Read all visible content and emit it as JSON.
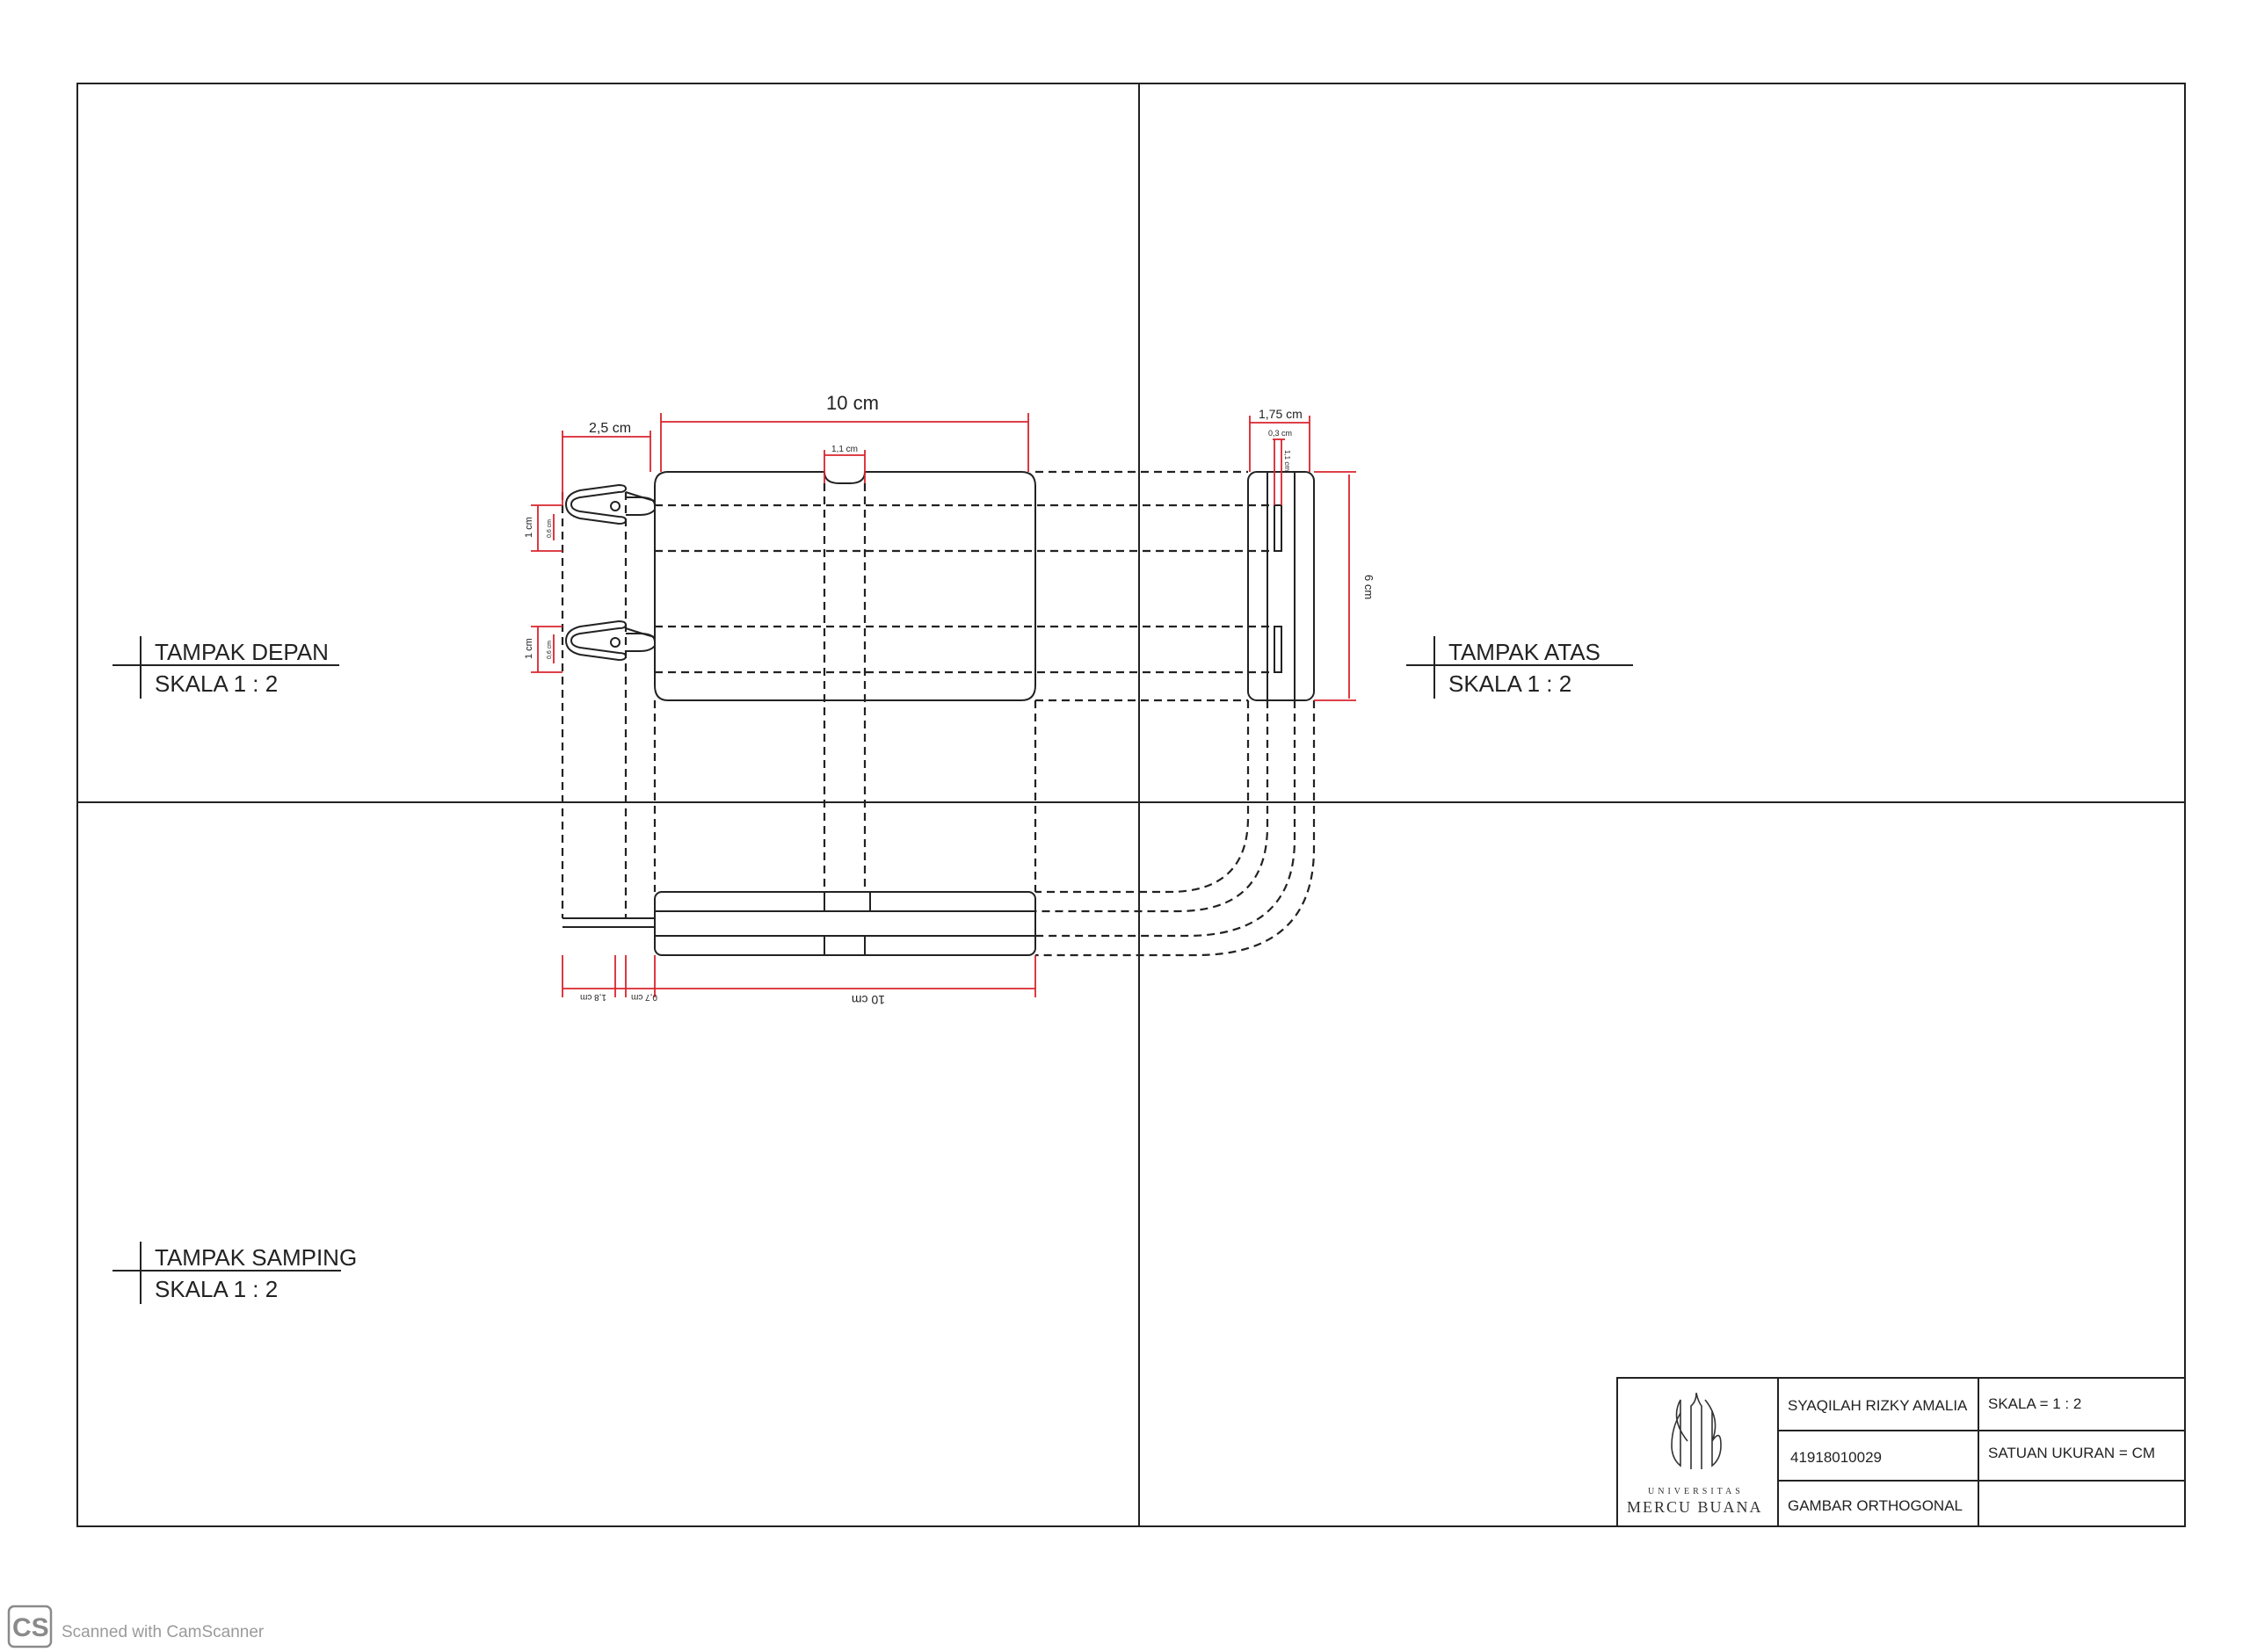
{
  "views": {
    "front": {
      "title": "TAMPAK DEPAN",
      "scale": "SKALA 1 : 2"
    },
    "top": {
      "title": "TAMPAK ATAS",
      "scale": "SKALA 1 : 2"
    },
    "side": {
      "title": "TAMPAK SAMPING",
      "scale": "SKALA 1 : 2"
    }
  },
  "dimensions": {
    "width_top": "10 cm",
    "hook_length": "2,5 cm",
    "notch": "1,1 cm",
    "depth": "1,75 cm",
    "slot": "0,3 cm",
    "slot_side": "1,1 cm",
    "height": "6 cm",
    "hook_h1": "1 cm",
    "hook_h1_inner": "0,6 cm",
    "hook_h2": "1 cm",
    "hook_h2_inner": "0,6 cm",
    "width_bottom": "10 cm",
    "bottom_a": "1,8 cm",
    "bottom_b": "0,7 cm"
  },
  "title_block": {
    "logo_line1": "UNIVERSITAS",
    "logo_line2": "MERCU BUANA",
    "name": "SYAQILAH RIZKY AMALIA",
    "student_id": "41918010029",
    "drawing_title": "GAMBAR ORTHOGONAL",
    "scale": "SKALA = 1 : 2",
    "unit": "SATUAN UKURAN = CM",
    "empty": ""
  },
  "watermark": {
    "badge": "CS",
    "text": "Scanned with CamScanner"
  },
  "colors": {
    "line": "#222222",
    "dimension": "#d9252e",
    "watermark": "#9a9a9a"
  }
}
